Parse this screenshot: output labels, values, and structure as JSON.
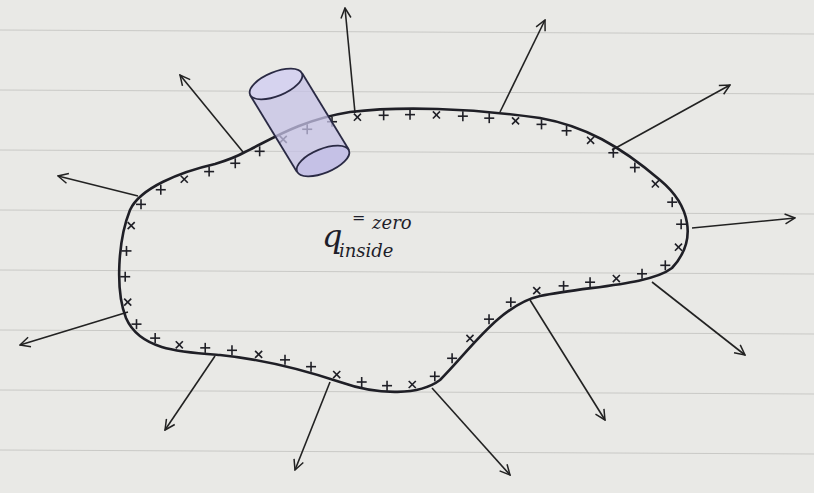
{
  "diagram": {
    "labels": [
      "q",
      "=",
      "zero",
      "inside"
    ]
  }
}
